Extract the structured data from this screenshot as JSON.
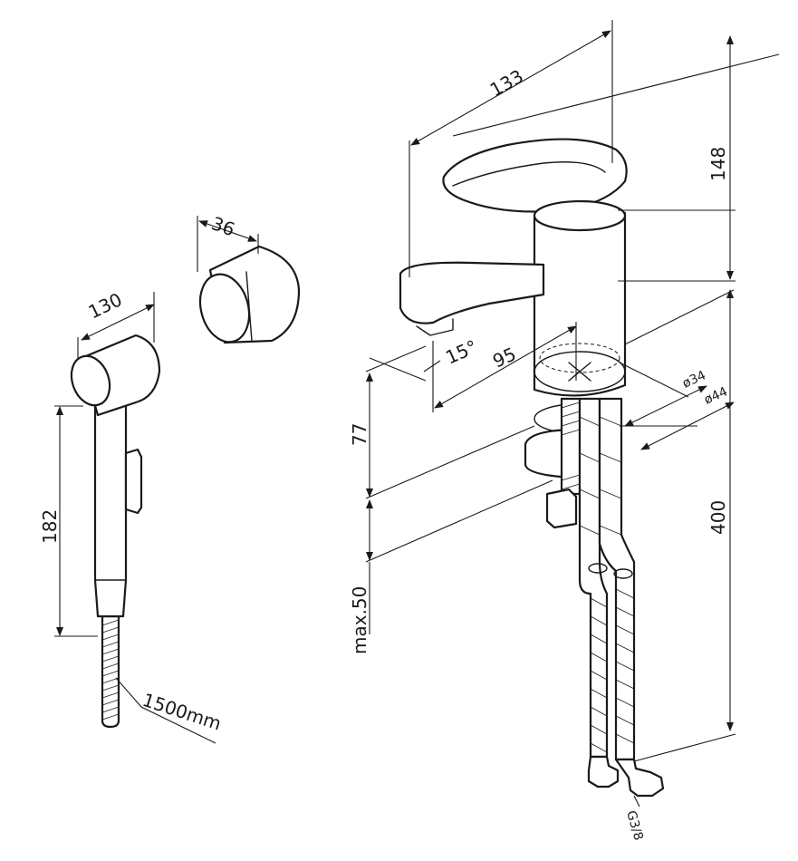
{
  "labels": {
    "shower_head_length": "130",
    "holder_diameter": "36",
    "shower_head_height": "182",
    "hose_length": "1500mm",
    "faucet_depth": "133",
    "faucet_height": "148",
    "spout_angle": "15°",
    "spout_reach": "95",
    "hole_diameter_small": "ø34",
    "hole_diameter_large": "ø44",
    "spout_clearance": "77",
    "max_deck_thickness": "max.50",
    "hose_length_supply": "400",
    "connection_thread": "G3/8"
  }
}
